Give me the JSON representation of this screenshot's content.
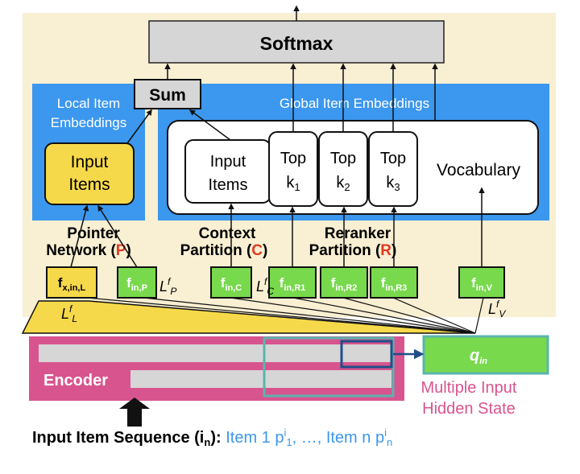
{
  "softmax": "Softmax",
  "sum": "Sum",
  "local_emb": [
    "Local Item",
    "Embeddings"
  ],
  "global_emb": "Global Item Embeddings",
  "input_items_local": [
    "Input",
    "Items"
  ],
  "input_items_ctx": [
    "Input",
    "Items"
  ],
  "topk": [
    {
      "top": "Top",
      "k": "k",
      "sub": "1"
    },
    {
      "top": "Top",
      "k": "k",
      "sub": "2"
    },
    {
      "top": "Top",
      "k": "k",
      "sub": "3"
    }
  ],
  "vocabulary": "Vocabulary",
  "pointer": {
    "line1": "Pointer",
    "line2": "Network (",
    "letter": "P",
    "close": ")"
  },
  "context": {
    "line1": "Context",
    "line2": "Partition (",
    "letter": "C",
    "close": ")"
  },
  "reranker": {
    "line1": "Reranker",
    "line2": "Partition (",
    "letter": "R",
    "close": ")"
  },
  "features": [
    {
      "base": "f",
      "sub": "x,in,L"
    },
    {
      "base": "f",
      "sub": "in,P"
    },
    {
      "base": "f",
      "sub": "in,C"
    },
    {
      "base": "f",
      "sub": "in,R1"
    },
    {
      "base": "f",
      "sub": "in,R2"
    },
    {
      "base": "f",
      "sub": "in,R3"
    },
    {
      "base": "f",
      "sub": "in,V"
    }
  ],
  "losses": [
    {
      "L": "L",
      "f": "f",
      "sub": "P"
    },
    {
      "L": "L",
      "f": "f",
      "sub": "C"
    },
    {
      "L": "L",
      "f": "f",
      "sub": "L"
    },
    {
      "L": "L",
      "f": "f",
      "sub": "V"
    }
  ],
  "encoder": "Encoder",
  "q": {
    "base": "q",
    "sub": "in"
  },
  "hidden_state": [
    "Multiple Input",
    "Hidden State"
  ],
  "sequence": {
    "prefix": "Input Item Sequence (i",
    "prefix_sub": "n",
    "prefix_end": "): ",
    "item1": "Item 1 p",
    "item1_sup": "i",
    "item1_sub": "1",
    "mid": ", …, Item n p",
    "itemn_sup": "i",
    "itemn_sub": "n"
  },
  "colors": {
    "cream": "#f9efd3",
    "blue": "#3c97ee",
    "green": "#78d94d",
    "yellow": "#f6d94a",
    "pink": "#d8548f",
    "gray": "#d6d6d6",
    "red": "#e23a22",
    "teal": "#5ab5ad",
    "navy": "#1f4f8a",
    "item_blue": "#3c97ee"
  }
}
